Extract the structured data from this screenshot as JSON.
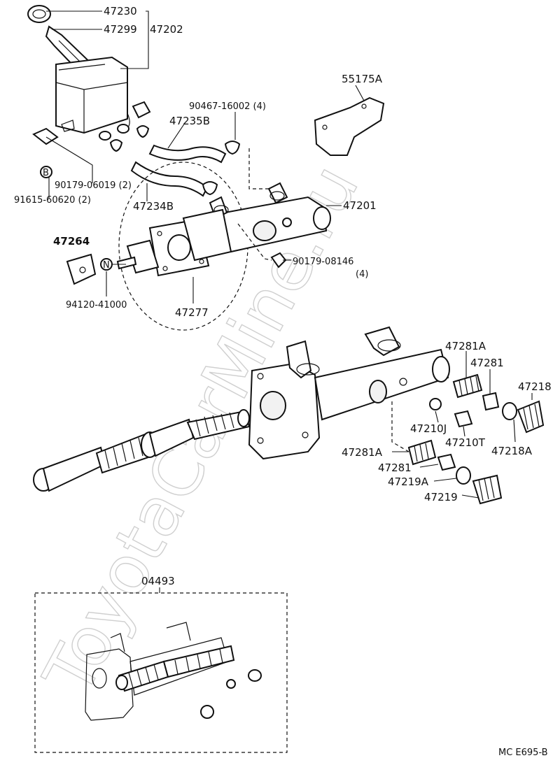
{
  "watermark": "ToyotaCarMine.ru",
  "figure_code": "MC E695-B",
  "callouts": {
    "p47230": "47230",
    "p47299": "47299",
    "p47202": "47202",
    "p55175A": "55175A",
    "p90467": "90467-16002 (4)",
    "p47235B": "47235B",
    "pB": "B",
    "p90179_06019": "90179-06019 (2)",
    "p91615": "91615-60620 (2)",
    "p47234B": "47234B",
    "p47201": "47201",
    "p47264": "47264",
    "pN": "N",
    "p90179_08146": "90179-08146",
    "p90179_08146_qty": "(4)",
    "p94120": "94120-41000",
    "p47277": "47277",
    "p47281A_top": "47281A",
    "p47281_top": "47281",
    "p47218": "47218",
    "p47210J": "47210J",
    "p47210T": "47210T",
    "p47218A": "47218A",
    "p47281A_bot": "47281A",
    "p47281_bot": "47281",
    "p47219A": "47219A",
    "p47219": "47219",
    "p04493": "04493"
  }
}
